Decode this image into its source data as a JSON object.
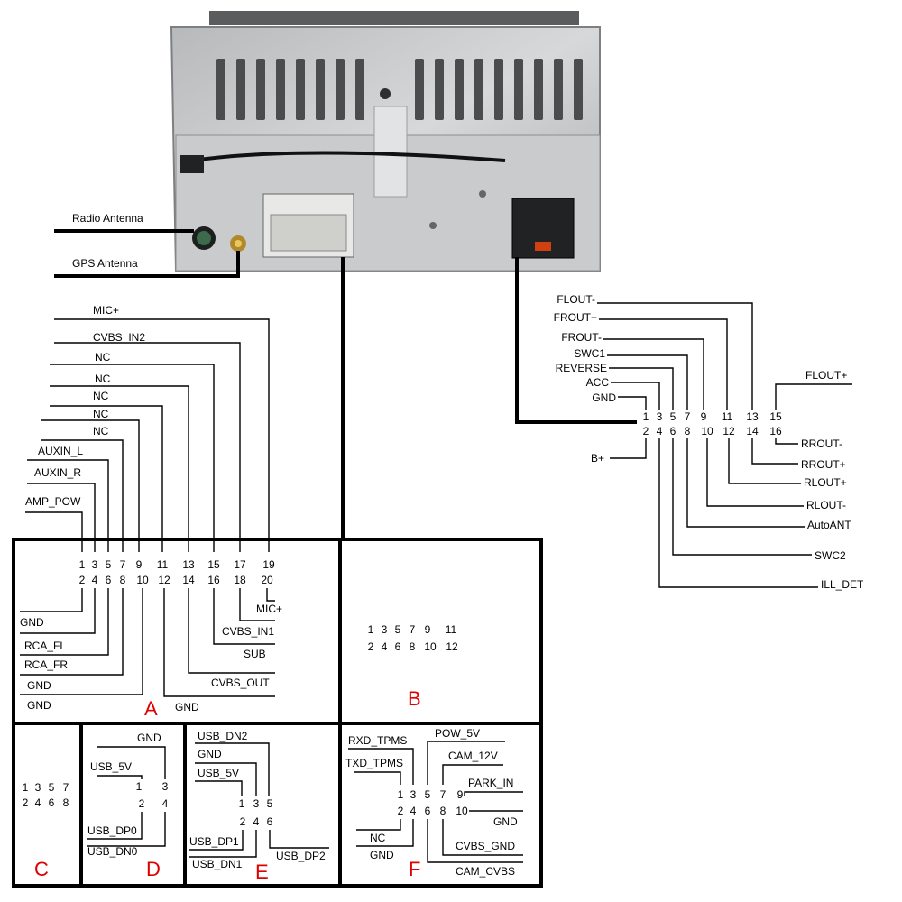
{
  "antennas": {
    "radio": "Radio  Antenna",
    "gps": "GPS  Antenna"
  },
  "right_connector": {
    "left_labels": [
      "FLOUT-",
      "FROUT+",
      "FROUT-",
      "SWC1",
      "REVERSE",
      "ACC",
      "GND",
      "B+"
    ],
    "right_labels": [
      "FLOUT+",
      "RROUT-",
      "RROUT+",
      "RLOUT+",
      "RLOUT-",
      "AutoANT",
      "SWC2",
      "ILL_DET"
    ],
    "pins_top": [
      "1",
      "3",
      "5",
      "7",
      "9",
      "11",
      "13",
      "15"
    ],
    "pins_bottom": [
      "2",
      "4",
      "6",
      "8",
      "10",
      "12",
      "14",
      "16"
    ]
  },
  "connector_a": {
    "letter": "A",
    "top_labels": [
      "MIC+",
      "CVBS_IN2",
      "NC",
      "NC",
      "NC",
      "NC",
      "NC",
      "AUXIN_L",
      "AUXIN_R",
      "AMP_POW"
    ],
    "bottom_labels": [
      "MIC+",
      "GND",
      "CVBS_IN1",
      "RCA_FL",
      "SUB",
      "RCA_FR",
      "CVBS_OUT",
      "GND",
      "GND",
      "GND"
    ],
    "pins_top": [
      "1",
      "3",
      "5",
      "7",
      "9",
      "11",
      "13",
      "15",
      "17",
      "19"
    ],
    "pins_bottom": [
      "2",
      "4",
      "6",
      "8",
      "10",
      "12",
      "14",
      "16",
      "18",
      "20"
    ]
  },
  "connector_b": {
    "letter": "B",
    "pins_top": [
      "1",
      "3",
      "5",
      "7",
      "9",
      "11"
    ],
    "pins_bottom": [
      "2",
      "4",
      "6",
      "8",
      "10",
      "12"
    ]
  },
  "connector_c": {
    "letter": "C",
    "pins_top": [
      "1",
      "3",
      "5",
      "7"
    ],
    "pins_bottom": [
      "2",
      "4",
      "6",
      "8"
    ]
  },
  "connector_d": {
    "letter": "D",
    "labels": [
      "GND",
      "USB_5V",
      "USB_DP0",
      "USB_DN0"
    ],
    "pins": [
      "1",
      "3",
      "2",
      "4"
    ]
  },
  "connector_e": {
    "letter": "E",
    "labels": [
      "USB_DN2",
      "GND",
      "USB_5V",
      "USB_DP1",
      "USB_DN1",
      "USB_DP2"
    ],
    "pins_top": [
      "1",
      "3",
      "5"
    ],
    "pins_bottom": [
      "2",
      "4",
      "6"
    ]
  },
  "connector_f": {
    "letter": "F",
    "labels": [
      "RXD_TPMS",
      "TXD_TPMS",
      "NC",
      "GND",
      "POW_5V",
      "CAM_12V",
      "PARK_IN",
      "GND",
      "CVBS_GND",
      "CAM_CVBS"
    ],
    "pins_top": [
      "1",
      "3",
      "5",
      "7",
      "9"
    ],
    "pins_bottom": [
      "2",
      "4",
      "6",
      "8",
      "10"
    ]
  }
}
